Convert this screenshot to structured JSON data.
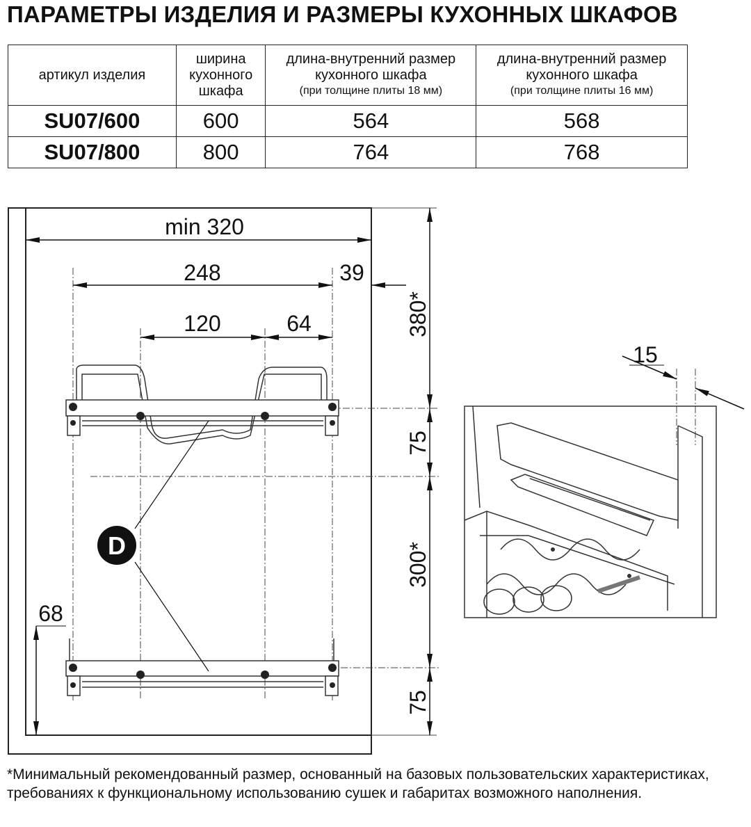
{
  "title": "ПАРАМЕТРЫ ИЗДЕЛИЯ И РАЗМЕРЫ КУХОННЫХ ШКАФОВ",
  "table": {
    "headers": [
      {
        "main": "артикул изделия",
        "sub": ""
      },
      {
        "main": "ширина кухонного шкафа",
        "sub": ""
      },
      {
        "main": "длина-внутренний размер кухонного шкафа",
        "sub": "(при толщине плиты 18 мм)"
      },
      {
        "main": "длина-внутренний размер кухонного шкафа",
        "sub": "(при толщине плиты 16 мм)"
      }
    ],
    "rows": [
      {
        "article": "SU07/600",
        "width": "600",
        "len18": "564",
        "len16": "568"
      },
      {
        "article": "SU07/800",
        "width": "800",
        "len18": "764",
        "len16": "768"
      }
    ]
  },
  "diagram": {
    "dims": {
      "min_width": "min 320",
      "d248": "248",
      "d39": "39",
      "d120": "120",
      "d64": "64",
      "d380": "380*",
      "d75_top": "75",
      "d300": "300*",
      "d75_bottom": "75",
      "d68": "68",
      "d15": "15"
    },
    "callout": "D"
  },
  "footnote": "*Минимальный рекомендованный размер, основанный на базовых пользовательских характеристиках, требованиях к функциональному использованию сушек и габаритах возможного наполнения."
}
